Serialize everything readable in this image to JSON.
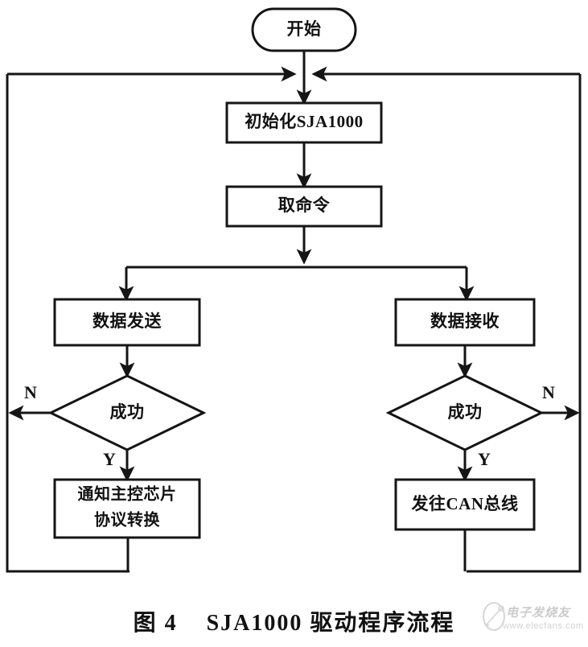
{
  "figure": {
    "caption": "图 4    SJA1000 驱动程序流程",
    "caption_number": "图 4",
    "caption_title": "SJA1000 驱动程序流程"
  },
  "nodes": {
    "start": {
      "label": "开始",
      "shape": "terminator"
    },
    "init": {
      "label": "初始化SJA1000",
      "shape": "process"
    },
    "fetch_command": {
      "label": "取命令",
      "shape": "process"
    },
    "data_send": {
      "label": "数据发送",
      "shape": "process"
    },
    "data_receive": {
      "label": "数据接收",
      "shape": "process"
    },
    "send_success": {
      "label": "成功",
      "shape": "decision"
    },
    "receive_success": {
      "label": "成功",
      "shape": "decision"
    },
    "notify_mcu": {
      "label_line1": "通知主控芯片",
      "label_line2": "协议转换",
      "shape": "process"
    },
    "send_to_can": {
      "label": "发往CAN总线",
      "shape": "process"
    }
  },
  "branch_labels": {
    "send_no": "N",
    "send_yes": "Y",
    "receive_no": "N",
    "receive_yes": "Y"
  },
  "watermark": {
    "text": "电子发烧友",
    "url": "www.elecfans.com"
  },
  "colors": {
    "stroke": "#151515",
    "fill": "#ffffff",
    "text": "#111111",
    "background": "#ffffff"
  }
}
